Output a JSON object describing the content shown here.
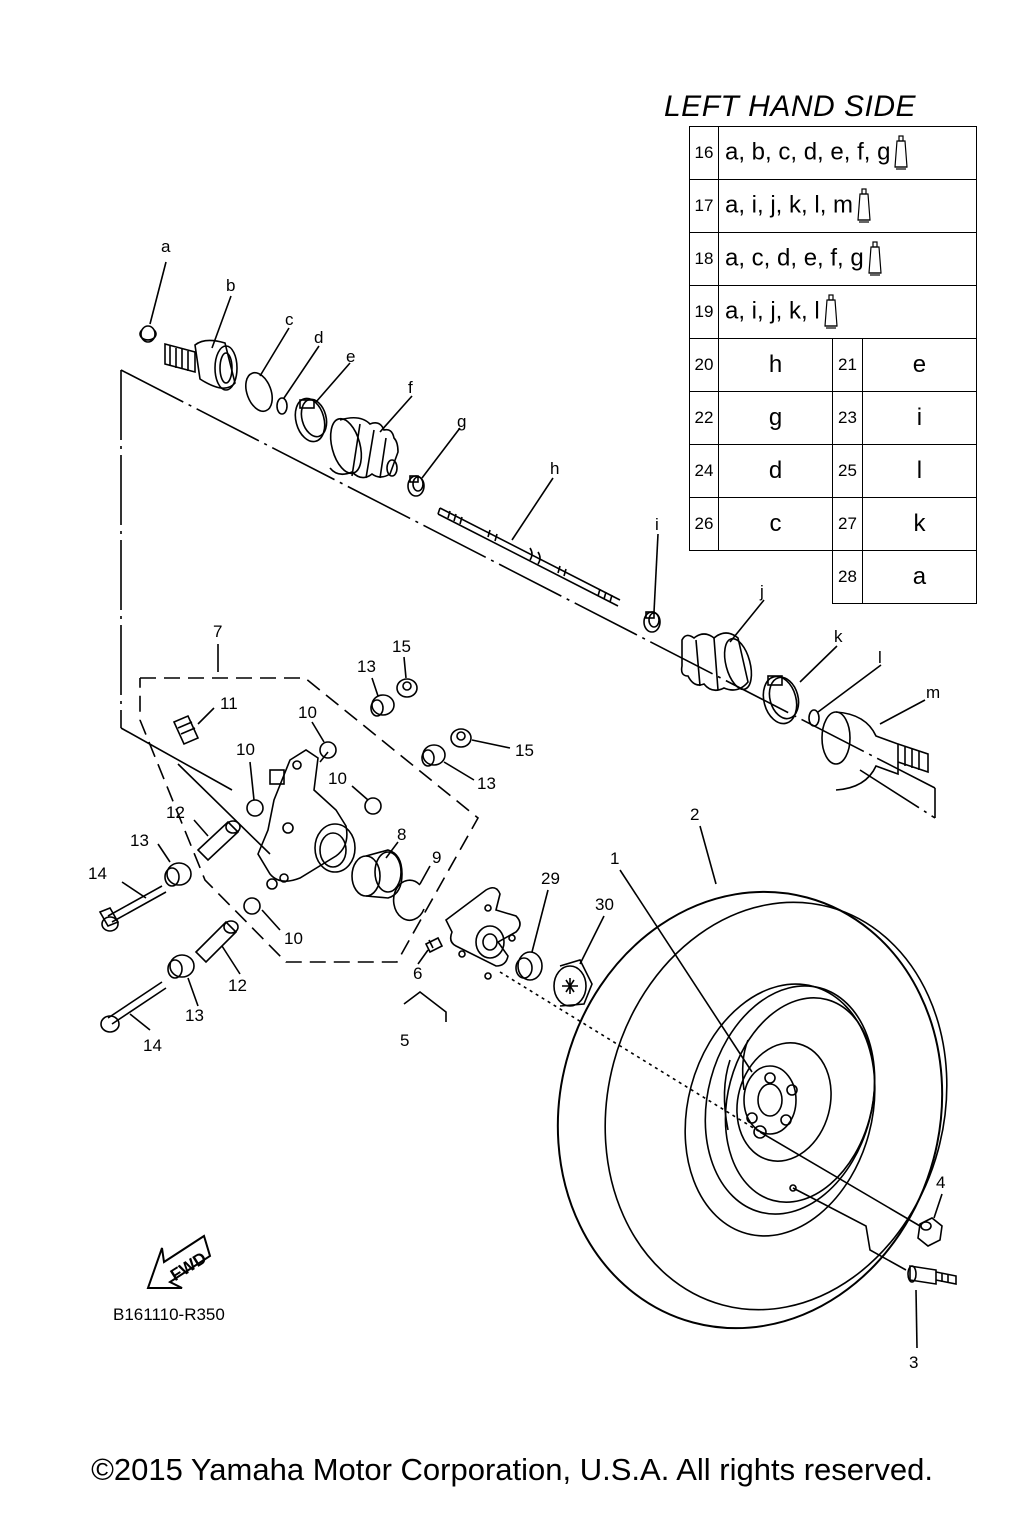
{
  "table": {
    "title": "LEFT HAND SIDE",
    "wide_rows": [
      {
        "num": "16",
        "parts": "a, b, c, d, e, f, g"
      },
      {
        "num": "17",
        "parts": "a, i, j, k, l, m"
      },
      {
        "num": "18",
        "parts": "a, c, d, e, f, g"
      },
      {
        "num": "19",
        "parts": "a, i, j, k, l"
      }
    ],
    "pair_rows": [
      {
        "num1": "20",
        "val1": "h",
        "num2": "21",
        "val2": "e"
      },
      {
        "num1": "22",
        "val1": "g",
        "num2": "23",
        "val2": "i"
      },
      {
        "num1": "24",
        "val1": "d",
        "num2": "25",
        "val2": "l"
      },
      {
        "num1": "26",
        "val1": "c",
        "num2": "27",
        "val2": "k"
      },
      {
        "num1": "",
        "val1": "",
        "num2": "28",
        "val2": "a"
      }
    ]
  },
  "callouts": {
    "a": "a",
    "b": "b",
    "c": "c",
    "d": "d",
    "e": "e",
    "f": "f",
    "g": "g",
    "h": "h",
    "i": "i",
    "j": "j",
    "k": "k",
    "l": "l",
    "m": "m",
    "n1": "1",
    "n2": "2",
    "n3": "3",
    "n4": "4",
    "n5": "5",
    "n6": "6",
    "n7": "7",
    "n8": "8",
    "n9": "9",
    "n10": "10",
    "n11": "11",
    "n12": "12",
    "n13": "13",
    "n14": "14",
    "n15": "15",
    "n29": "29",
    "n30": "30"
  },
  "fwd_badge": "FWD",
  "reference_code": "B161110-R350",
  "copyright": "©2015 Yamaha Motor Corporation, U.S.A. All rights reserved.",
  "colors": {
    "ink": "#000000",
    "paper": "#ffffff"
  }
}
